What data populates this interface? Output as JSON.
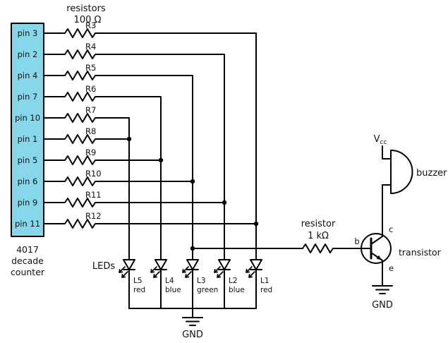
{
  "header": {
    "resistors_title": "resistors",
    "resistors_value": "100 Ω"
  },
  "ic": {
    "fill": "#87d7ea",
    "pins": [
      "pin 3",
      "pin 2",
      "pin 4",
      "pin 7",
      "pin 10",
      "pin 1",
      "pin 5",
      "pin 6",
      "pin 9",
      "pin 11"
    ],
    "name_line1": "4017",
    "name_line2": "decade",
    "name_line3": "counter"
  },
  "resistor_labels": [
    "R3",
    "R4",
    "R5",
    "R6",
    "R7",
    "R8",
    "R9",
    "R10",
    "R11",
    "R12"
  ],
  "leds": {
    "group_label": "LEDs",
    "items": [
      {
        "id": "L5",
        "color": "red"
      },
      {
        "id": "L4",
        "color": "blue"
      },
      {
        "id": "L3",
        "color": "green"
      },
      {
        "id": "L2",
        "color": "blue"
      },
      {
        "id": "L1",
        "color": "red"
      }
    ],
    "ground_label": "GND"
  },
  "base_resistor": {
    "label": "resistor",
    "value": "1 kΩ"
  },
  "transistor": {
    "label": "transistor",
    "base_label": "b",
    "collector_label": "c",
    "emitter_label": "e",
    "ground_label": "GND"
  },
  "power": {
    "vcc_base": "V",
    "vcc_subscript": "cc"
  },
  "buzzer": {
    "label": "buzzer"
  }
}
